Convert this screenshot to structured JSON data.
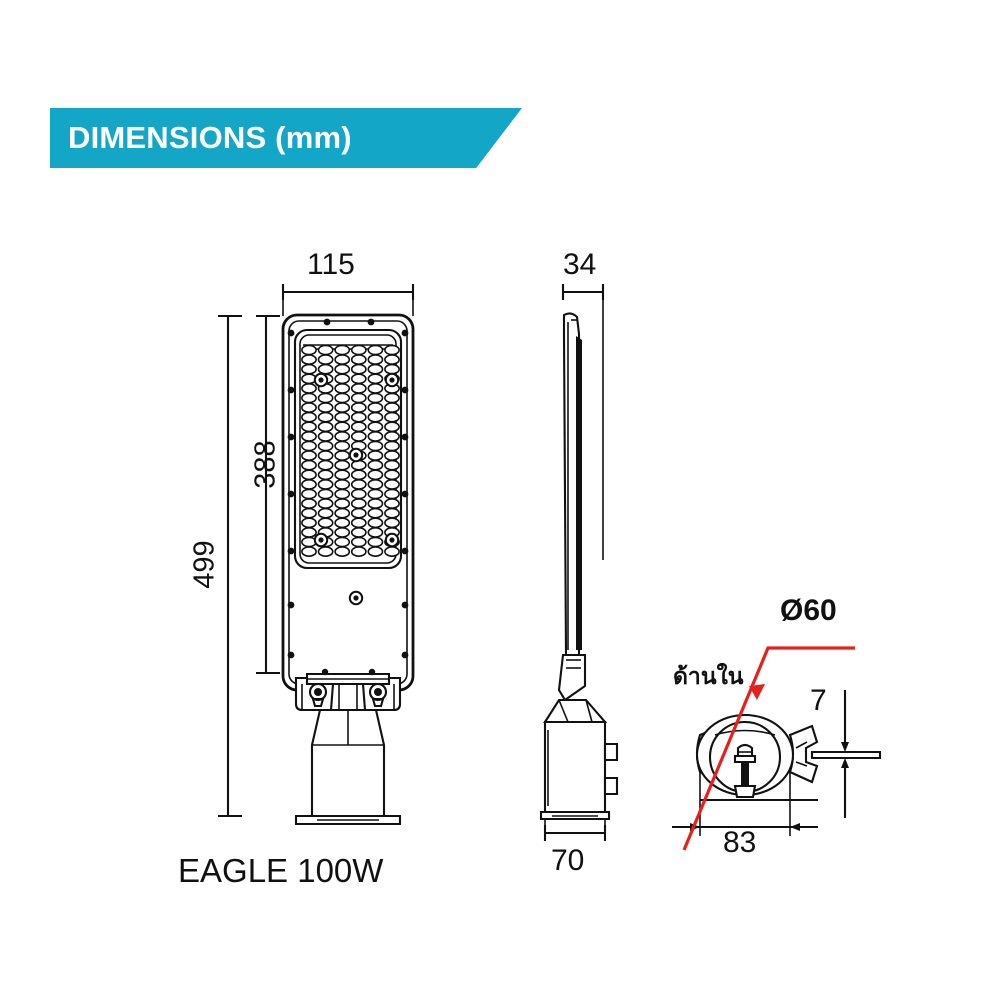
{
  "header": {
    "title": "DIMENSIONS (mm)",
    "accent_color": "#13A6C6",
    "text_color": "#FFFFFF"
  },
  "drawing": {
    "caption": "EAGLE 100W",
    "line_color": "#111111",
    "leader_color": "#E8201B",
    "views": {
      "front": {
        "name": "front-view"
      },
      "side": {
        "name": "side-view"
      },
      "clamp_detail": {
        "name": "clamp-detail-view"
      }
    }
  },
  "dimensions": {
    "front_width": "115",
    "body_height": "388",
    "total_height": "499",
    "side_depth": "34",
    "side_base_width": "70",
    "pole_diameter": "Ø60",
    "flange_thickness": "7",
    "clamp_width": "83"
  },
  "labels": {
    "inside_th": "ด้านใน"
  }
}
